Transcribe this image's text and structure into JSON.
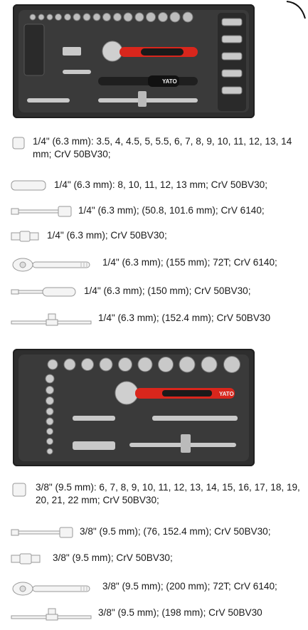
{
  "specs_quarter": [
    {
      "text": "1/4\" (6.3 mm): 3.5, 4, 4.5, 5, 5.5, 6, 7, 8, 9, 10, 11, 12, 13, 14 mm; CrV 50BV30;",
      "icon": "short-socket-icon"
    },
    {
      "text": "1/4\" (6.3 mm): 8, 10, 11, 12, 13 mm; CrV 50BV30;",
      "icon": "deep-socket-icon"
    },
    {
      "text": "1/4\" (6.3 mm); (50.8, 101.6 mm); CrV 6140;",
      "icon": "extension-bar-icon"
    },
    {
      "text": "1/4\" (6.3 mm); CrV 50BV30;",
      "icon": "universal-joint-icon"
    },
    {
      "text": "1/4\" (6.3 mm); (155 mm); 72T; CrV 6140;",
      "icon": "ratchet-icon"
    },
    {
      "text": "1/4\" (6.3 mm); (150 mm); CrV 50BV30;",
      "icon": "screwdriver-handle-icon"
    },
    {
      "text": "1/4\" (6.3 mm); (152.4 mm); CrV 50BV30",
      "icon": "t-handle-icon"
    }
  ],
  "specs_three_eighths": [
    {
      "text": "3/8\" (9.5 mm): 6, 7, 8, 9, 10, 11, 12, 13, 14, 15, 16, 17, 18, 19, 20, 21, 22 mm; CrV 50BV30;",
      "icon": "short-socket-icon"
    },
    {
      "text": "3/8\" (9.5 mm); (76, 152.4 mm); CrV 50BV30;",
      "icon": "extension-bar-icon"
    },
    {
      "text": "3/8\" (9.5 mm);  CrV 50BV30;",
      "icon": "universal-joint-icon"
    },
    {
      "text": "3/8\" (9.5 mm); (200 mm); 72T; CrV 6140;",
      "icon": "ratchet-icon"
    },
    {
      "text": "3/8\" (9.5 mm); (198 mm); CrV 50BV30",
      "icon": "t-handle-icon"
    }
  ],
  "brand_text": "YATO",
  "colors": {
    "tray": "#2e2e2e",
    "handle_red": "#d9261c",
    "chrome": "#c9c9c9",
    "text": "#1a1a1a"
  }
}
